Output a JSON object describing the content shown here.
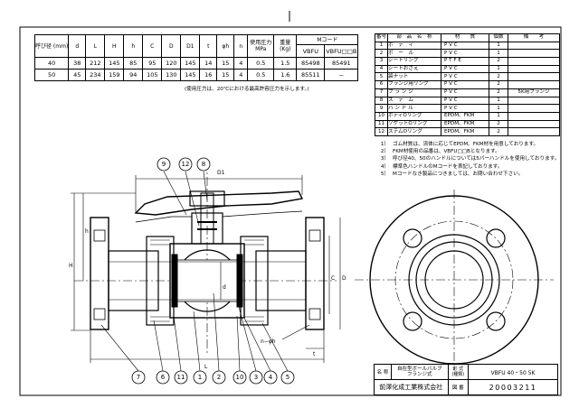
{
  "dims_table": {
    "headers": [
      "呼び径\n(mm)",
      "d",
      "L",
      "H",
      "h",
      "C",
      "D",
      "D1",
      "t",
      "φh",
      "n",
      "使用圧力\nMPa",
      "重量\n(Kg)",
      "Mコード"
    ],
    "mcode_sub": [
      "VBFU",
      "VBFU□□B"
    ],
    "rows": [
      [
        "40",
        "38",
        "212",
        "145",
        "85",
        "95",
        "120",
        "145",
        "14",
        "15",
        "4",
        "0.5",
        "1.5",
        "85498",
        "85491"
      ],
      [
        "50",
        "45",
        "234",
        "159",
        "94",
        "105",
        "130",
        "145",
        "16",
        "15",
        "4",
        "0.5",
        "1.6",
        "85511",
        "－"
      ]
    ],
    "footnote": "(使用圧力は、20℃における最高許容圧力を示します。)"
  },
  "parts_table": {
    "headers": [
      "番号",
      "部　品　名　称",
      "材　　質",
      "個数",
      "備　　考"
    ],
    "rows": [
      [
        "1",
        "ボ　デ　ィ",
        "P V C",
        "1",
        ""
      ],
      [
        "2",
        "ボ　ー　ル",
        "P V C",
        "1",
        ""
      ],
      [
        "3",
        "シートリング",
        "P T F E",
        "2",
        ""
      ],
      [
        "4",
        "シートおさえ",
        "P V C",
        "1",
        ""
      ],
      [
        "5",
        "袋ナット",
        "P V C",
        "2",
        ""
      ],
      [
        "6",
        "フランジ用リング",
        "P V C",
        "2",
        ""
      ],
      [
        "7",
        "フ ラ ン ジ",
        "P V C",
        "2",
        "5K用フランジ"
      ],
      [
        "8",
        "ス　テ　ム",
        "P V C",
        "1",
        ""
      ],
      [
        "9",
        "ハ ン ド ル",
        "P V C",
        "1",
        ""
      ],
      [
        "10",
        "ボディOリング",
        "EPDM、FKM",
        "1",
        ""
      ],
      [
        "11",
        "ソケットOリング",
        "EPDM、FKM",
        "2",
        ""
      ],
      [
        "12",
        "ステムOリング",
        "EPDM、FKM",
        "2",
        ""
      ]
    ]
  },
  "notes": [
    {
      "num": "1）",
      "text": "ゴム材質は、流体に応じてEPDM、FKM材を用意しております。"
    },
    {
      "num": "2）",
      "text": "FKM材使用の品番は、VBFU□□Bとなります。"
    },
    {
      "num": "3）",
      "text": "呼び径40、50のハンドルについては5パーハンドルを使用しております。"
    },
    {
      "num": "4）",
      "text": "標準色ハンドルのMコードを表記しております。"
    },
    {
      "num": "5）",
      "text": "Mコードなき製品につきましては、お問い合わせ下さい。"
    }
  ],
  "drawing": {
    "top_balloons": [
      "9",
      "12",
      "8"
    ],
    "bottom_balloons": [
      "7",
      "6",
      "11",
      "1",
      "2",
      "10",
      "3",
      "4",
      "5"
    ],
    "dim_labels": {
      "D1": "D1",
      "H": "H",
      "h": "h",
      "d": "d",
      "C": "C",
      "D": "D",
      "L": "L",
      "t": "t",
      "n_phi_h": "n−φh"
    }
  },
  "title_block": {
    "name_label": "名 称",
    "name": "自在型ボールバルブ\nフランジ式",
    "type_label": "形 式\n(種類)",
    "type": "VBFU 40・50 5K",
    "company": "前澤化成工業株式会社",
    "drawing_no_label": "図 番",
    "drawing_no": "20003211"
  },
  "colors": {
    "line": "#000000",
    "paper": "#ffffff",
    "hatch": "#000000"
  }
}
